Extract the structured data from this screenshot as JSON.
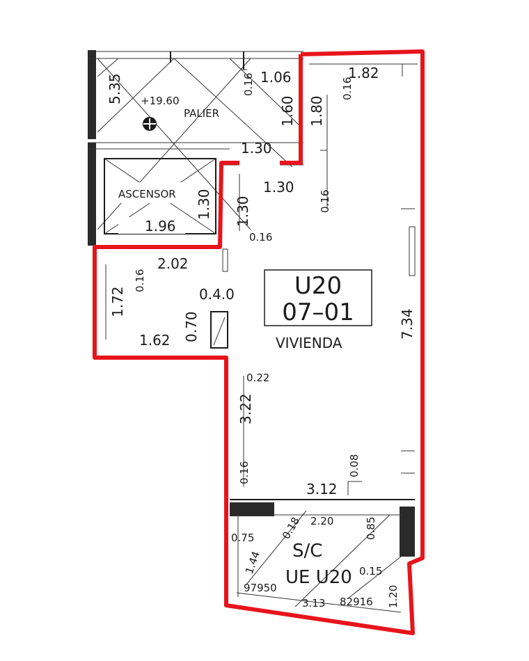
{
  "colors": {
    "boundary": "#e8141b",
    "ink": "#1a1a1a"
  },
  "rooms": {
    "palier": "PALIER",
    "ascensor": "ASCENSOR",
    "vivienda": "VIVIENDA",
    "sc": "S/C",
    "ue": "UE U20"
  },
  "unit_box": {
    "line1": "U20",
    "line2": "07–01"
  },
  "level": "+19.60",
  "codes": {
    "left": "97950",
    "right": "82916"
  },
  "dims": {
    "d_535": "5.35",
    "d_106": "1.06",
    "d_016_palier": "0.16",
    "d_160": "1.60",
    "d_130_palier": "1.30",
    "d_182": "1.82",
    "d_180": "1.80",
    "d_016_top": "0.16",
    "d_130_mid": "1.30",
    "d_016_mid": "0.16",
    "d_130_asc": "1.30",
    "d_196": "1.96",
    "d_130_vert": "1.30",
    "d_016_asc": "0.16",
    "d_202": "2.02",
    "d_172": "1.72",
    "d_016_left": "0.16",
    "d_040": "0.4.0",
    "d_070": "0.70",
    "d_162": "1.62",
    "d_734": "7.34",
    "d_022": "0.22",
    "d_322": "3.22",
    "d_016_low": "0.16",
    "d_008": "0.08",
    "d_312": "3.12",
    "d_075": "0.75",
    "d_018": "0.18",
    "d_220": "2.20",
    "d_085": "0.85",
    "d_144": "1.44",
    "d_015": "0.15",
    "d_313": "3.13",
    "d_120": "1.20"
  }
}
